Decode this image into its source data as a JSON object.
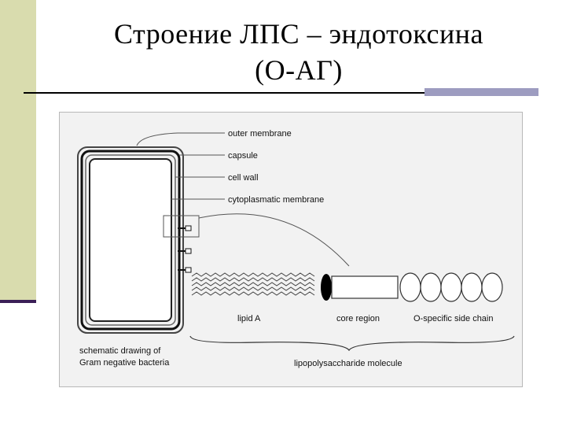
{
  "slide": {
    "title_line1": "Строение ЛПС – эндотоксина",
    "title_line2": "(О-АГ)"
  },
  "figure": {
    "labels": {
      "outer_membrane": "outer membrane",
      "capsule": "capsule",
      "cell_wall": "cell wall",
      "cytoplasmatic_membrane": "cytoplasmatic membrane",
      "lipid_a": "lipid A",
      "core_region": "core region",
      "o_specific_side_chain": "O-specific side chain",
      "lps_molecule": "lipopolysaccharide molecule",
      "caption_line1": "schematic drawing of",
      "caption_line2": "Gram negative bacteria"
    }
  },
  "colors": {
    "sidebar": "#d9dcae",
    "sidebar_rule": "#3b1f57",
    "title_accent": "#9d9cc0"
  }
}
